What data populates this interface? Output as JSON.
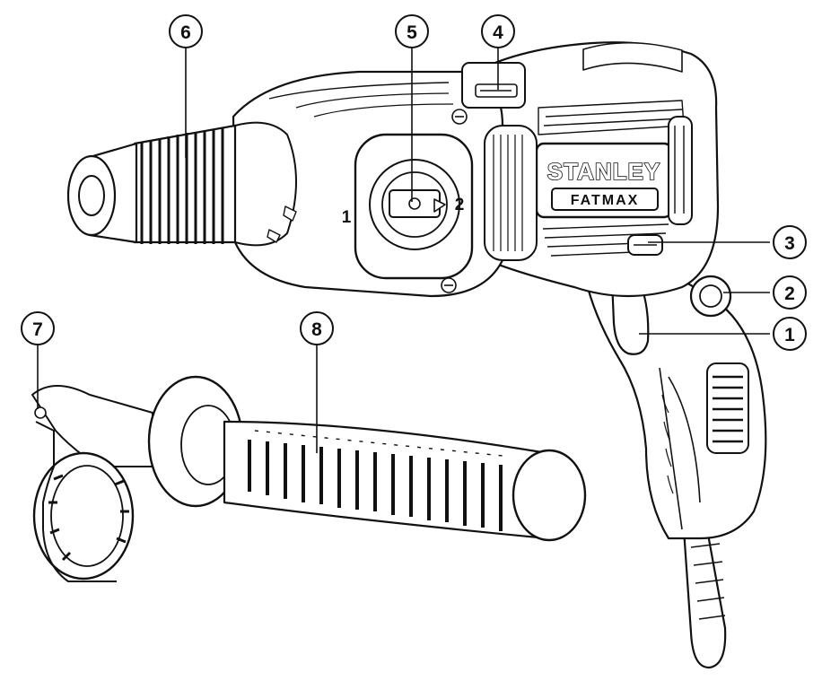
{
  "brand": {
    "line1": "STANLEY",
    "line2": "FATMAX"
  },
  "selector_marks": {
    "left": "1",
    "right": "2"
  },
  "callouts": [
    {
      "id": "1",
      "label": "1"
    },
    {
      "id": "2",
      "label": "2"
    },
    {
      "id": "3",
      "label": "3"
    },
    {
      "id": "4",
      "label": "4"
    },
    {
      "id": "5",
      "label": "5"
    },
    {
      "id": "6",
      "label": "6"
    },
    {
      "id": "7",
      "label": "7"
    },
    {
      "id": "8",
      "label": "8"
    }
  ]
}
